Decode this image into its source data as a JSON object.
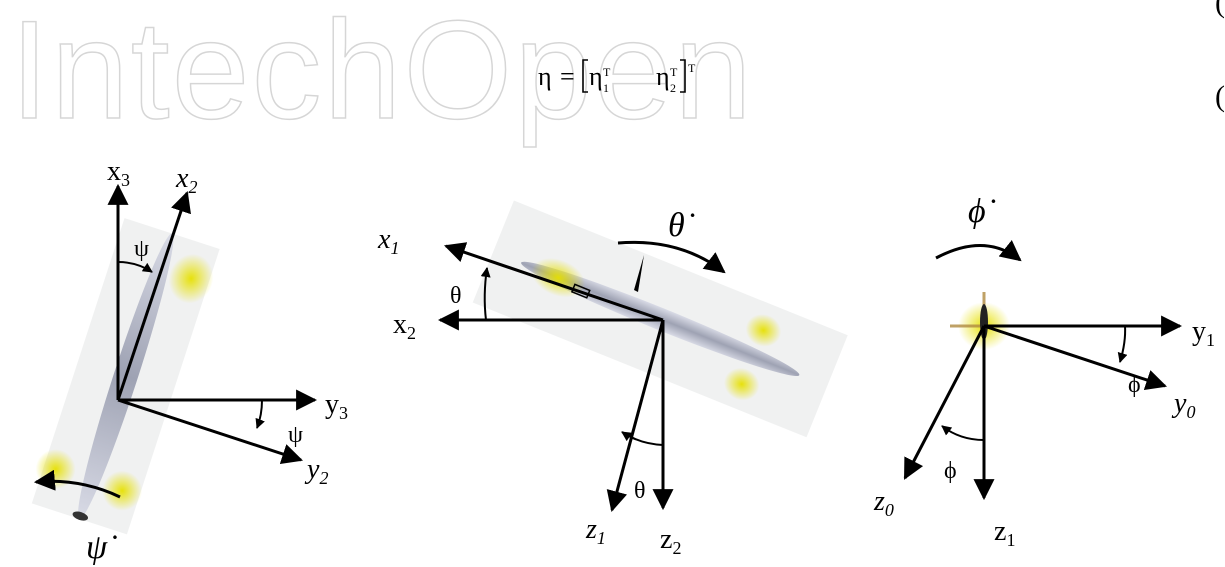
{
  "watermark": {
    "text": "IntechOpen"
  },
  "equation": {
    "lhs": "η",
    "equals": "=",
    "eta": "η",
    "sub1": "1",
    "sub2": "2",
    "transpose": "T"
  },
  "equation_numbers": [
    "(",
    "("
  ],
  "panels": {
    "yaw": {
      "axis_x3": "x",
      "axis_x3_sub": "3",
      "axis_x2": "x",
      "axis_x2_sub": "2",
      "axis_y3": "y",
      "axis_y3_sub": "3",
      "axis_y2": "y",
      "axis_y2_sub": "2",
      "angle_top": "ψ",
      "angle_right": "ψ",
      "rate": "ψ̇"
    },
    "pitch": {
      "axis_x1": "x",
      "axis_x1_sub": "1",
      "axis_x2": "x",
      "axis_x2_sub": "2",
      "axis_z1": "z",
      "axis_z1_sub": "1",
      "axis_z2": "z",
      "axis_z2_sub": "2",
      "angle_top": "θ",
      "angle_bottom": "θ",
      "rate": "θ̇"
    },
    "roll": {
      "axis_y1": "y",
      "axis_y1_sub": "1",
      "axis_y0": "y",
      "axis_y0_sub": "0",
      "axis_z0": "z",
      "axis_z0_sub": "0",
      "axis_z1": "z",
      "axis_z1_sub": "1",
      "angle_right": "ϕ",
      "angle_bottom": "ϕ",
      "rate": "ϕ̇"
    }
  }
}
